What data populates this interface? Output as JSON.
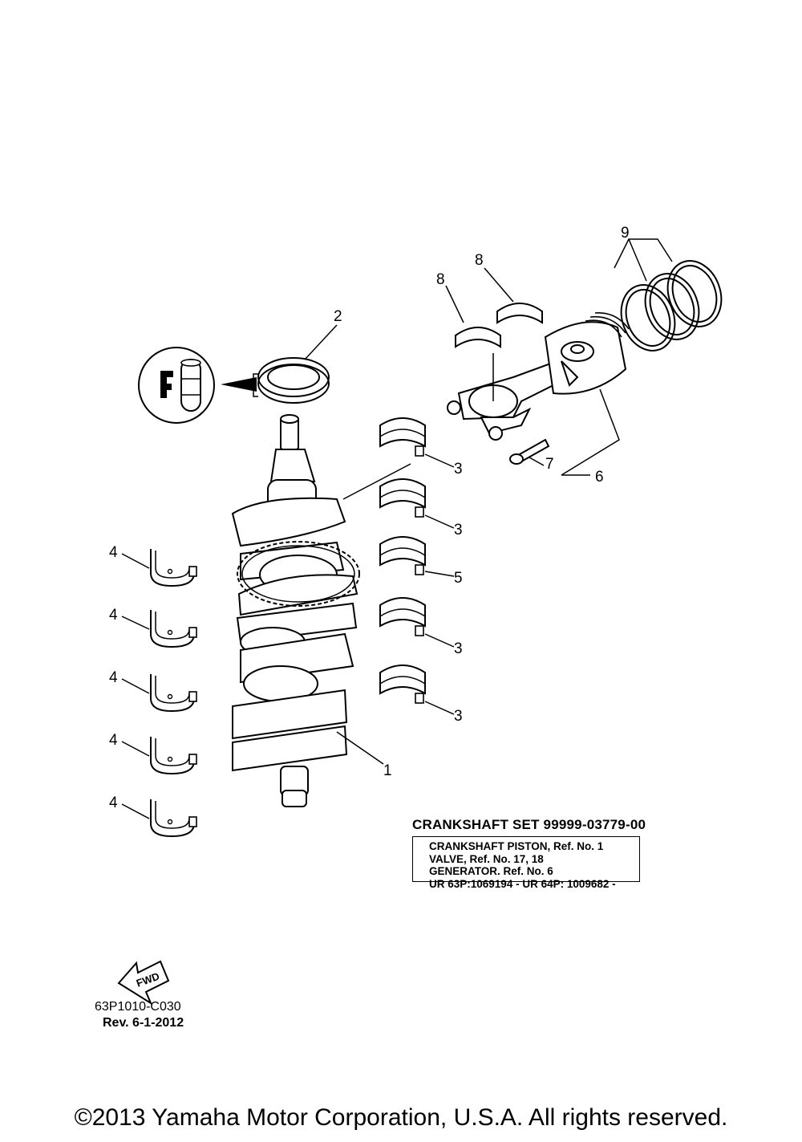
{
  "callouts": {
    "c1": "1",
    "c2": "2",
    "c3": "3",
    "c4": "4",
    "c5": "5",
    "c6": "6",
    "c7": "7",
    "c8": "8",
    "c9": "9"
  },
  "crankshaft_set": {
    "title": "CRANKSHAFT SET 99999-03779-00",
    "lines": [
      "CRANKSHAFT PISTON,  Ref. No. 1",
      "VALVE,  Ref. No. 17, 18",
      "GENERATOR.  Ref. No. 6",
      "UR 63P:1069194 -  UR 64P: 1009682 -"
    ]
  },
  "fwd_label": "FWD",
  "diagram_code": "63P1010-C030",
  "revision": "Rev.  6-1-2012",
  "copyright": "©2013 Yamaha Motor Corporation, U.S.A. All rights reserved."
}
